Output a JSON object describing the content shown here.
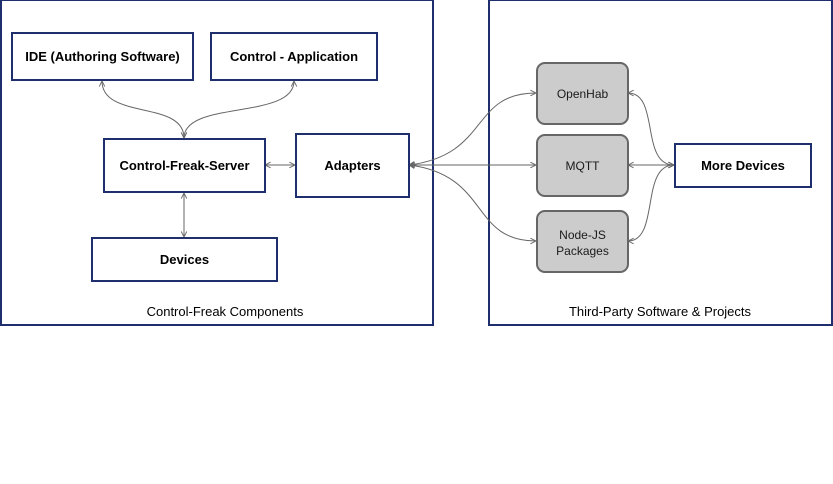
{
  "groups": {
    "left": {
      "label": "Control-Freak Components"
    },
    "right": {
      "label": "Third-Party Software & Projects"
    }
  },
  "nodes": {
    "ide": "IDE (Authoring Software)",
    "control_app": "Control - Application",
    "server": "Control-Freak-Server",
    "adapters": "Adapters",
    "devices": "Devices",
    "openhab": "OpenHab",
    "mqtt": "MQTT",
    "nodejs_line1": "Node-JS",
    "nodejs_line2": "Packages",
    "more_devices": "More Devices"
  },
  "colors": {
    "frame_border": "#1f2f6e",
    "node_border": "#1f2f6e",
    "third_party_fill": "#cccccc",
    "third_party_border": "#666666",
    "edge": "#666666"
  }
}
